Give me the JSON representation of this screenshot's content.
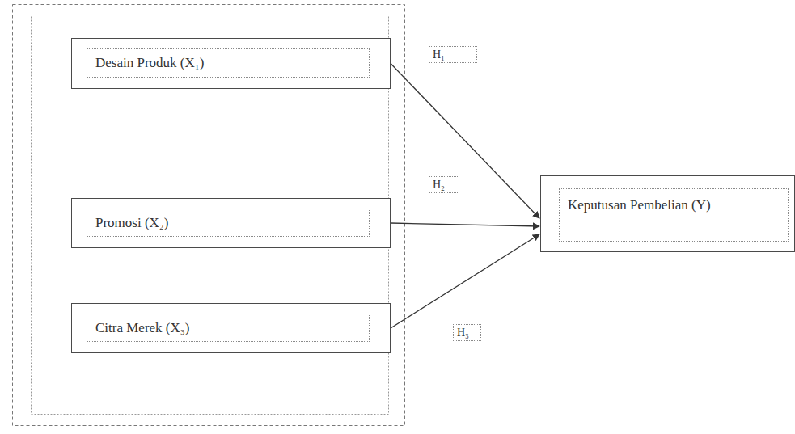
{
  "diagram": {
    "nodes": [
      {
        "text": [
          "Desain Produk (X₁)"
        ]
      },
      {
        "text": [
          "Promosi  (X₂)"
        ]
      },
      {
        "text": [
          "Citra Merek (X₃)"
        ]
      },
      {
        "text": [
          "Keputusan Pembelian (Y)"
        ]
      },
      {
        "text": [
          "H₁"
        ]
      },
      {
        "text": [
          "H₂"
        ]
      },
      {
        "text": [
          "H₃"
        ]
      }
    ],
    "edges": [
      {
        "from": 0,
        "to": 3,
        "arrow": "to"
      },
      {
        "from": 1,
        "to": 3,
        "arrow": "to"
      },
      {
        "from": 2,
        "to": 3,
        "arrow": "to"
      }
    ]
  }
}
